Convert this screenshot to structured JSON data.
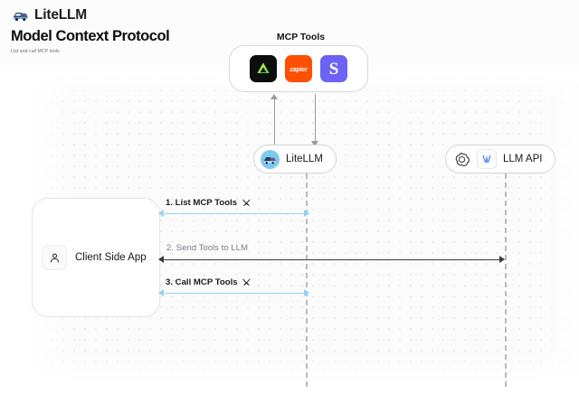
{
  "brand": {
    "name": "LiteLLM",
    "logo_icon": "truck-icon"
  },
  "header": {
    "title": "Model Context Protocol",
    "subtitle": "List and call MCP tools"
  },
  "diagram": {
    "mcp_group": {
      "caption": "MCP Tools",
      "tools": [
        {
          "name": "dagger-tool-icon",
          "label": "",
          "color": "#0d0d0d"
        },
        {
          "name": "zapier-tool-icon",
          "label": "zapier",
          "color": "#ff4f00"
        },
        {
          "name": "slack-tool-icon",
          "label": "S",
          "color": "#6c63f5"
        }
      ]
    },
    "nodes": [
      {
        "id": "litellm",
        "label": "LiteLLM",
        "icon": "litellm-avatar-icon"
      },
      {
        "id": "llm_api",
        "label": "LLM API",
        "icons": [
          "openai-icon",
          "anthropic-icon"
        ]
      }
    ],
    "client": {
      "label": "Client Side App",
      "icon": "user-icon"
    },
    "messages": [
      {
        "id": "list-mcp-tools",
        "label": "1. List MCP Tools",
        "icon": "tools-icon",
        "color": "#8fd3f4",
        "direction": "bidirectional"
      },
      {
        "id": "send-tools-to-llm",
        "label": "2. Send Tools to LLM",
        "icon": "",
        "color": "#3a3a42",
        "direction": "bidirectional"
      },
      {
        "id": "call-mcp-tools",
        "label": "3. Call MCP Tools",
        "icon": "tools-icon",
        "color": "#8fd3f4",
        "direction": "bidirectional"
      }
    ],
    "vertical_flows": [
      {
        "id": "tools-to-litellm",
        "direction": "up"
      },
      {
        "id": "litellm-to-tools",
        "direction": "down"
      }
    ]
  },
  "colors": {
    "accent_blue": "#8fd3f4",
    "dark": "#3a3a42",
    "canvas": "#fbfbfc"
  }
}
